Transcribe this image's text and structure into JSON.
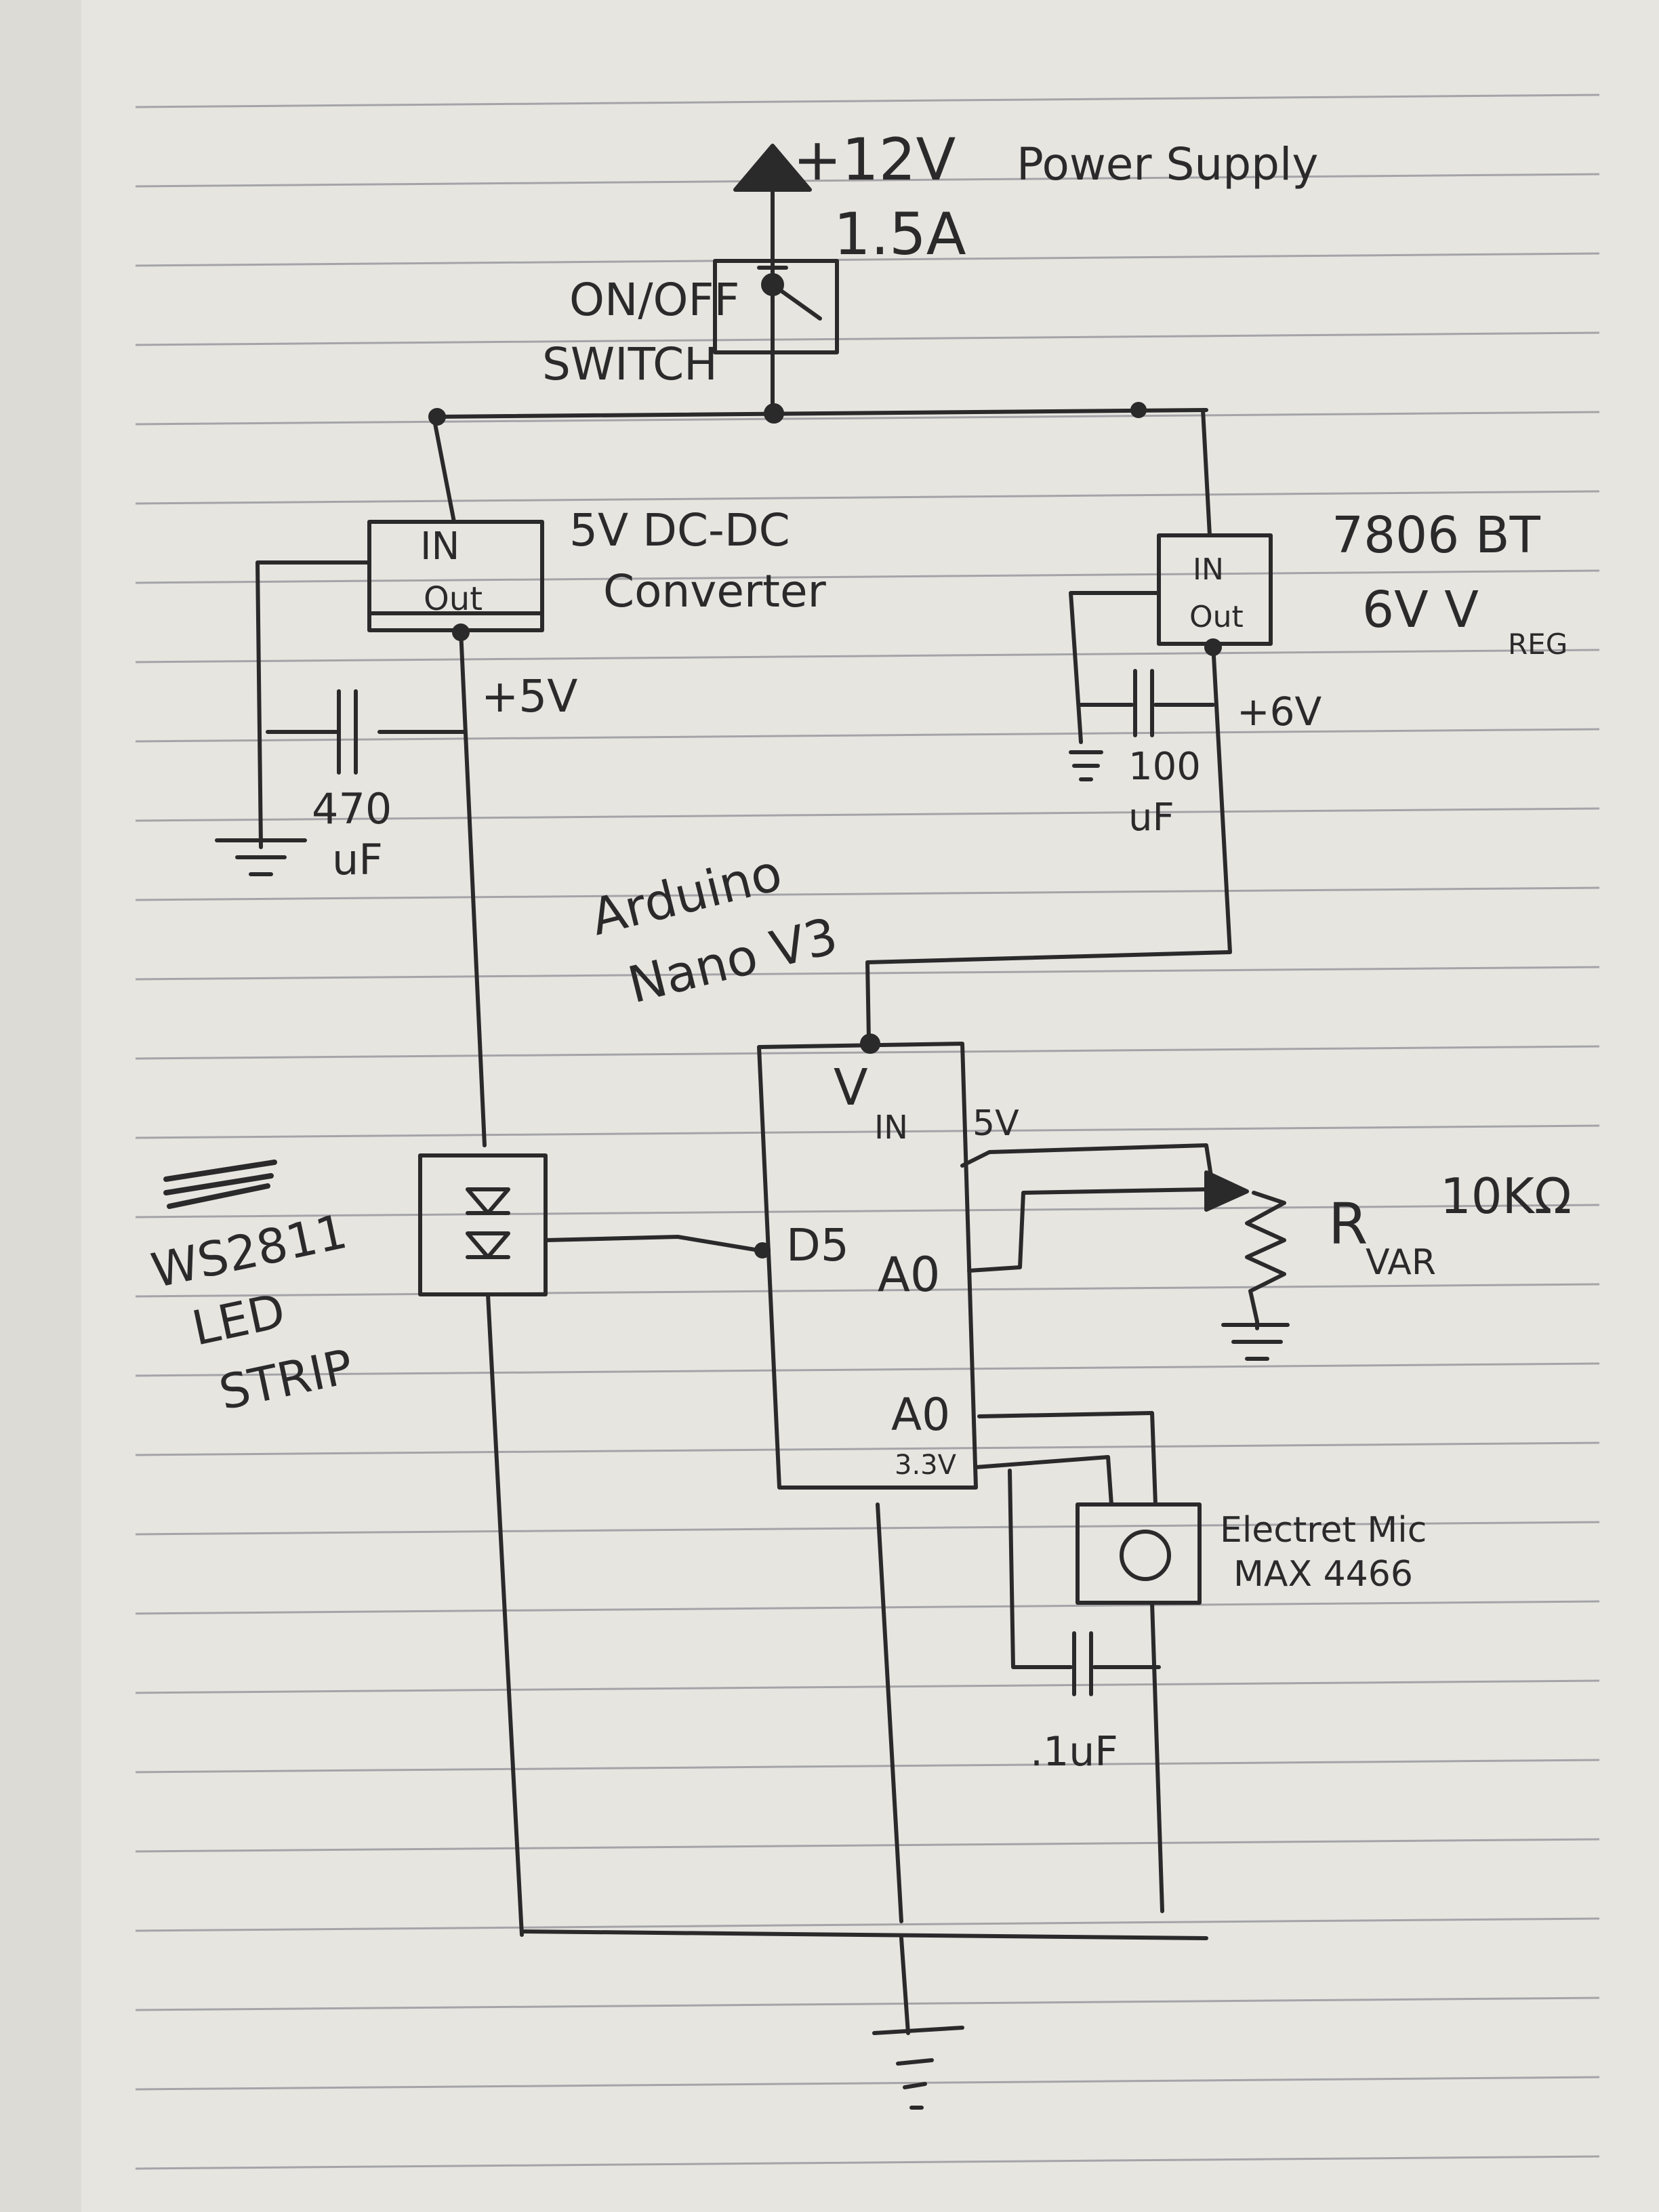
{
  "labels": {
    "supply_voltage": "+12V",
    "supply_current": "1.5A",
    "power_supply": "Power Supply",
    "switch_line1": "ON/OFF",
    "switch_line2": "SWITCH",
    "dcdc_in": "IN",
    "dcdc_out": "Out",
    "dcdc_line1": "5V DC-DC",
    "dcdc_line2": "Converter",
    "plus5v": "+5V",
    "cap470_line1": "470",
    "cap470_line2": "uF",
    "reg_in": "IN",
    "reg_out": "Out",
    "reg_line1": "7806 BT",
    "reg_line2": "6V V",
    "reg_sub": "REG",
    "plus6v": "+6V",
    "cap100_line1": "100",
    "cap100_line2": "uF",
    "arduino_line1": "Arduino",
    "arduino_line2": "Nano V3",
    "pin_v": "V",
    "pin_in": "IN",
    "pin_5v": "5V",
    "pin_d5": "D5",
    "pin_a0_top": "A0",
    "pin_a0_bottom": "A0",
    "pin_33v": "3.3V",
    "led_line1": "WS2811",
    "led_line2": "LED",
    "led_line3": "STRIP",
    "rvar": "R",
    "rvar_sub": "VAR",
    "rvar_value": "10KΩ",
    "mic_line1": "Electret Mic",
    "mic_line2": "MAX 4466",
    "cap_small": ".1uF"
  },
  "colors": {
    "ink": "#2b2a2b",
    "paper": "#e6e5e0",
    "rule": "#8f8f96",
    "background": "#d9d7d2"
  }
}
